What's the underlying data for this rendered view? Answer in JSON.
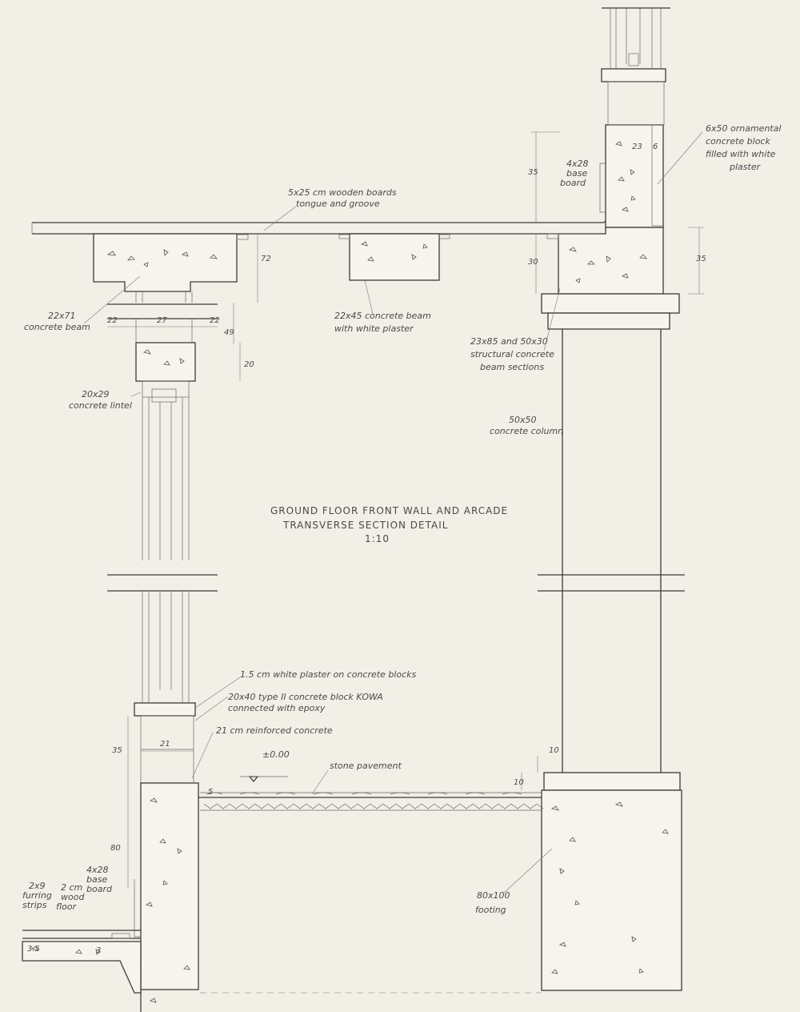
{
  "drawing": {
    "title_line1": "GROUND FLOOR FRONT WALL AND ARCADE",
    "title_line2": "TRANSVERSE SECTION DETAIL",
    "scale": "1:10"
  },
  "labels": {
    "ornamental_block_1": "6x50 ornamental",
    "ornamental_block_2": "concrete block",
    "ornamental_block_3": "filled with white",
    "ornamental_block_4": "plaster",
    "base_board_top_1": "4x28",
    "base_board_top_2": "base",
    "base_board_top_3": "board",
    "wooden_boards_1": "5x25 cm wooden boards",
    "wooden_boards_2": "tongue and groove",
    "beam_71_1": "22x71",
    "beam_71_2": "concrete beam",
    "beam_45_1": "22x45 concrete beam",
    "beam_45_2": "with white plaster",
    "structural_1": "23x85 and 50x30",
    "structural_2": "structural concrete",
    "structural_3": "beam sections",
    "lintel_1": "20x29",
    "lintel_2": "concrete lintel",
    "column_1": "50x50",
    "column_2": "concrete column",
    "plaster": "1.5 cm white plaster on concrete blocks",
    "block_1": "20x40 type II concrete block KOWA",
    "block_2": "connected with epoxy",
    "reinforced": "21 cm reinforced concrete",
    "level": "±0.00",
    "pavement": "stone pavement",
    "base_board_bottom_1": "4x28",
    "base_board_bottom_2": "base",
    "base_board_bottom_3": "board",
    "wood_floor_1": "2 cm",
    "wood_floor_2": "wood",
    "wood_floor_3": "floor",
    "furring_1": "2x9",
    "furring_2": "furring",
    "furring_3": "strips",
    "footing_1": "80x100",
    "footing_2": "footing"
  },
  "dimensions": {
    "d23": "23",
    "d6": "6",
    "d35_top": "35",
    "d35_right": "35",
    "d30": "30",
    "d72": "72",
    "d22_left": "22",
    "d27": "27",
    "d22_right": "22",
    "d49": "49",
    "d20": "20",
    "d21": "21",
    "d35_lower": "35",
    "d10_a": "10",
    "d10_b": "10",
    "d5": "5",
    "d80": "80",
    "d3": "3",
    "d3_5": "3.5"
  }
}
